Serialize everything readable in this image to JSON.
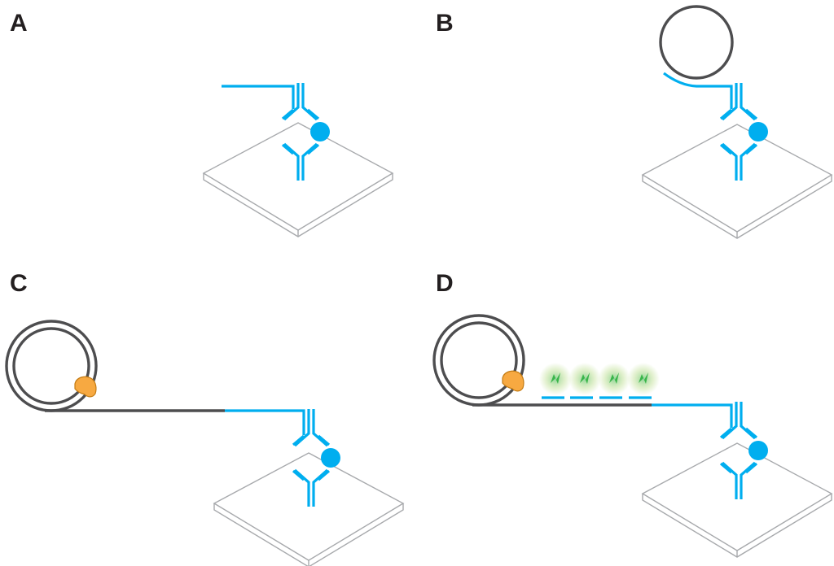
{
  "panels": [
    {
      "id": "A",
      "label": "A"
    },
    {
      "id": "B",
      "label": "B"
    },
    {
      "id": "C",
      "label": "C"
    },
    {
      "id": "D",
      "label": "D"
    }
  ],
  "colors": {
    "antibody": "#00aeef",
    "oligo": "#00aeef",
    "dna_circle": "#4d4d4f",
    "polymerase": "#f7a941",
    "fluorescence": "#39b54a",
    "plate_edge": "#a7a9ac",
    "label_text": "#231f20"
  },
  "icons": {
    "antibody": "y-shaped-antibody-icon",
    "antigen": "circle-antigen-icon",
    "polymerase": "orange-enzyme-icon",
    "fluorophore": "green-glow-fluorophore-icon"
  }
}
